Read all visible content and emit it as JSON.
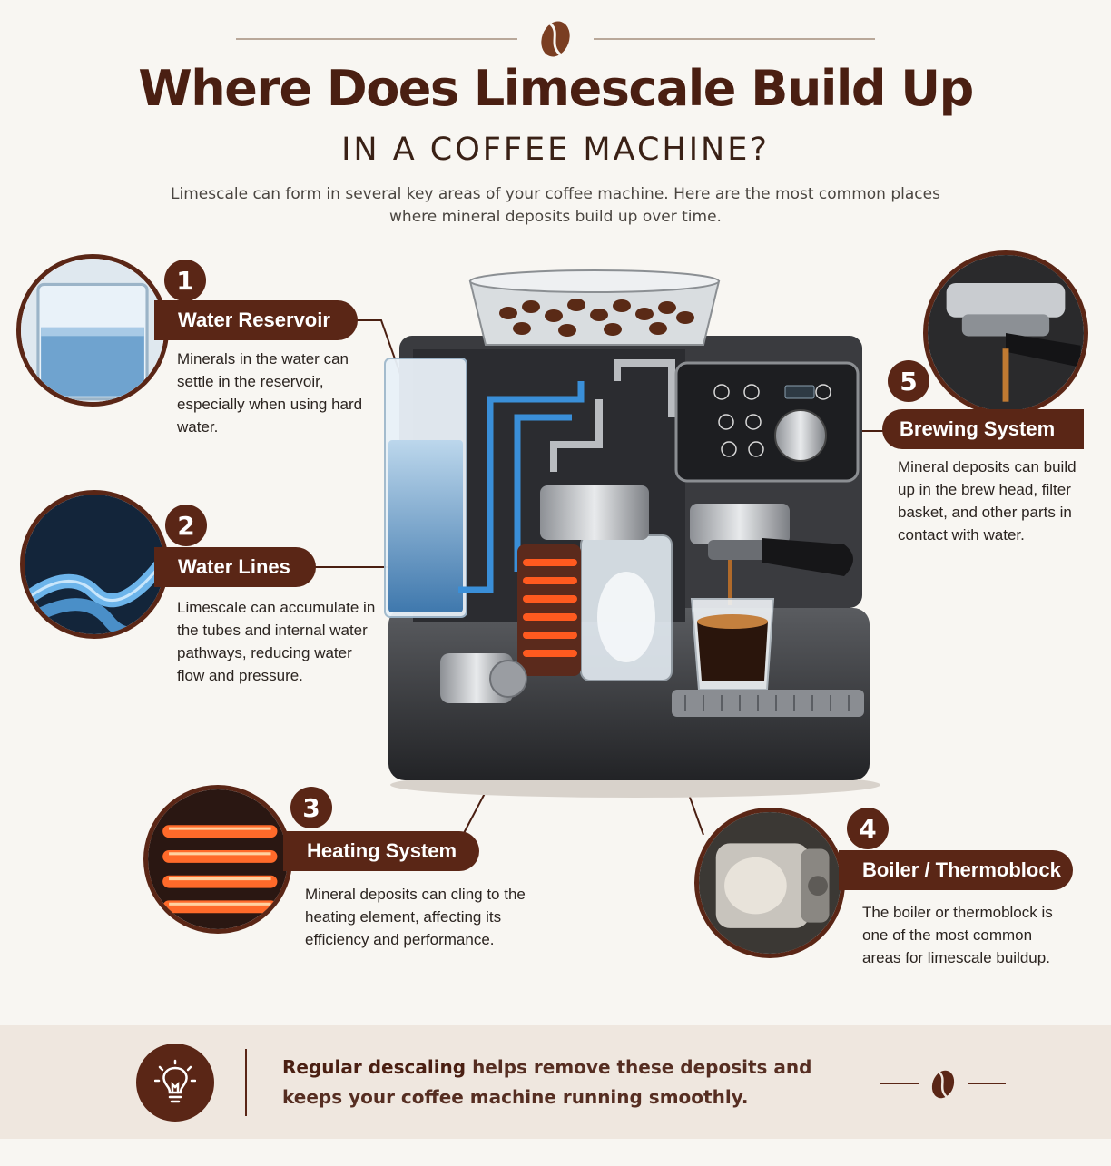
{
  "header": {
    "title": "Where Does Limescale Build Up",
    "subtitle": "IN A COFFEE MACHINE?",
    "intro": "Limescale can form in several key areas of your coffee machine. Here are the most common places where mineral deposits build up over time."
  },
  "callouts": [
    {
      "number": "1",
      "title": "Water Reservoir",
      "description": "Minerals in the water can settle in the reservoir, especially when using hard water.",
      "icon": "water-reservoir-photo"
    },
    {
      "number": "2",
      "title": "Water Lines",
      "description": "Limescale can accumulate in the tubes and internal water pathways, reducing water flow and pressure.",
      "icon": "water-tubes-photo"
    },
    {
      "number": "3",
      "title": "Heating System",
      "description": "Mineral deposits can cling to the heating element, affecting its efficiency and performance.",
      "icon": "heating-coil-photo"
    },
    {
      "number": "4",
      "title": "Boiler / Thermoblock",
      "description": "The boiler or thermoblock is one of the most common areas for limescale buildup.",
      "icon": "boiler-photo"
    },
    {
      "number": "5",
      "title": "Brewing System",
      "description": "Mineral deposits can build up in the brew head, filter basket, and other parts in contact with water.",
      "icon": "brew-head-photo"
    }
  ],
  "footer": {
    "tip_bold": "Regular descaling",
    "tip_rest": " helps remove these deposits and keeps your coffee machine running smoothly.",
    "icon": "lightbulb-icon"
  },
  "colors": {
    "accent": "#5a2616",
    "title": "#4a1f12",
    "background": "#f8f6f2",
    "footer_band": "#efe7df"
  }
}
